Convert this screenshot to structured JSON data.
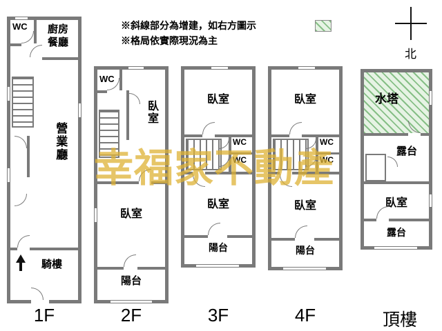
{
  "notes": {
    "line1": "※斜線部分為增建，如右方圖示",
    "line2": "※格局依實際現況為主"
  },
  "compass": {
    "north": "北"
  },
  "watermark": {
    "text": "幸福家不動產"
  },
  "colors": {
    "wall": "#7a7a7a",
    "watermark": "#ddb234",
    "hatch_green": "#86bf86"
  },
  "floors": [
    {
      "label": "1F",
      "rooms": {
        "wc": "WC",
        "kitchen_dining": "廚房\n餐廳",
        "hall": "營業廳",
        "arcade": "騎樓"
      }
    },
    {
      "label": "2F",
      "rooms": {
        "wc": "WC",
        "bedroom_top": "臥室",
        "bedroom_bottom": "臥室",
        "balcony": "陽台"
      }
    },
    {
      "label": "3F",
      "rooms": {
        "bedroom_top": "臥室",
        "wc_upper": "WC",
        "wc_lower": "WC",
        "bedroom_bottom": "臥室",
        "balcony": "陽台"
      }
    },
    {
      "label": "4F",
      "rooms": {
        "bedroom_top": "臥室",
        "wc_upper": "WC",
        "wc_lower": "WC",
        "bedroom_bottom": "臥室",
        "balcony": "陽台"
      }
    },
    {
      "label": "頂樓",
      "rooms": {
        "water_tower": "水塔",
        "terrace_upper": "露台",
        "bedroom": "臥室",
        "terrace_lower": "露台"
      }
    }
  ]
}
